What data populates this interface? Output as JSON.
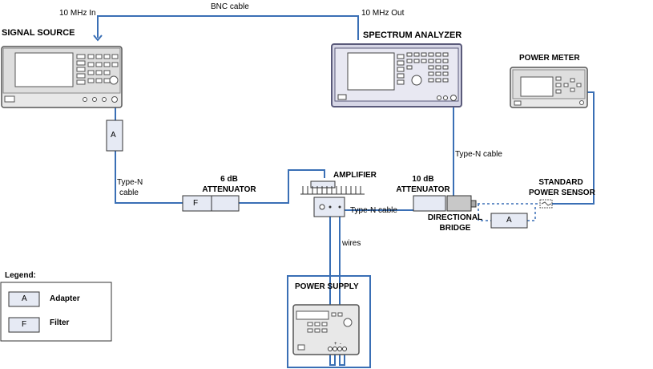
{
  "labels": {
    "bnc_cable": "BNC cable",
    "ref_in": "10 MHz In",
    "ref_out": "10 MHz Out",
    "signal_source": "SIGNAL SOURCE",
    "spectrum_analyzer": "SPECTRUM ANALYZER",
    "power_meter": "POWER METER",
    "type_n_cable_left_1": "Type-N",
    "type_n_cable_left_2": "cable",
    "attenuator_6db_1": "6 dB",
    "attenuator_6db_2": "ATTENUATOR",
    "amplifier": "AMPLIFIER",
    "attenuator_10db_1": "10 dB",
    "attenuator_10db_2": "ATTENUATOR",
    "type_n_cable_right": "Type-N cable",
    "type_n_cable_mid": "Type-N cable",
    "directional_bridge_1": "DIRECTIONAL",
    "directional_bridge_2": "BRIDGE",
    "standard_sensor_1": "STANDARD",
    "standard_sensor_2": "POWER SENSOR",
    "wires": "wires",
    "power_supply": "POWER SUPPLY"
  },
  "boxes": {
    "adapter_left": "A",
    "filter": "F",
    "adapter_right": "A"
  },
  "legend": {
    "title": "Legend:",
    "items": [
      {
        "symbol": "A",
        "text": "Adapter"
      },
      {
        "symbol": "F",
        "text": "Filter"
      }
    ]
  },
  "colors": {
    "cable": "#3a6fb5",
    "instrument_body": "#e8e8e8",
    "instrument_panel": "#d6d6e6",
    "spectrum_frame": "#5a5a7a",
    "component_fill": "#e6eaf4"
  }
}
